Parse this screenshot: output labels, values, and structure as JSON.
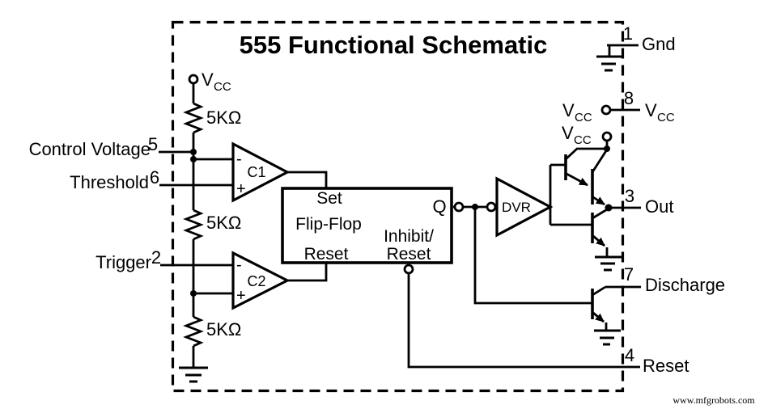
{
  "title": "555 Functional Schematic",
  "watermark": "www.mfgrobots.com",
  "colors": {
    "line": "#000000",
    "background": "#ffffff"
  },
  "vcc": {
    "v": "V",
    "sub": "CC"
  },
  "resistors": {
    "r1": {
      "value": "5KΩ"
    },
    "r2": {
      "value": "5KΩ"
    },
    "r3": {
      "value": "5KΩ"
    }
  },
  "comparators": {
    "c1": {
      "name": "C1",
      "minus": "-",
      "plus": "+"
    },
    "c2": {
      "name": "C2",
      "minus": "-",
      "plus": "+"
    }
  },
  "flip_flop": {
    "set": "Set",
    "name": "Flip-Flop",
    "reset": "Reset",
    "inhibit_line1": "Inhibit/",
    "inhibit_line2": "Reset",
    "q_output": "Q"
  },
  "driver": {
    "name": "DVR"
  },
  "pins": {
    "pin1": {
      "num": "1",
      "label": "Gnd"
    },
    "pin2": {
      "num": "2",
      "label": "Trigger"
    },
    "pin3": {
      "num": "3",
      "label": "Out"
    },
    "pin4": {
      "num": "4",
      "label": "Reset"
    },
    "pin5": {
      "num": "5",
      "label": "Control Voltage"
    },
    "pin6": {
      "num": "6",
      "label": "Threshold"
    },
    "pin7": {
      "num": "7",
      "label": "Discharge"
    },
    "pin8": {
      "num": "8"
    }
  }
}
